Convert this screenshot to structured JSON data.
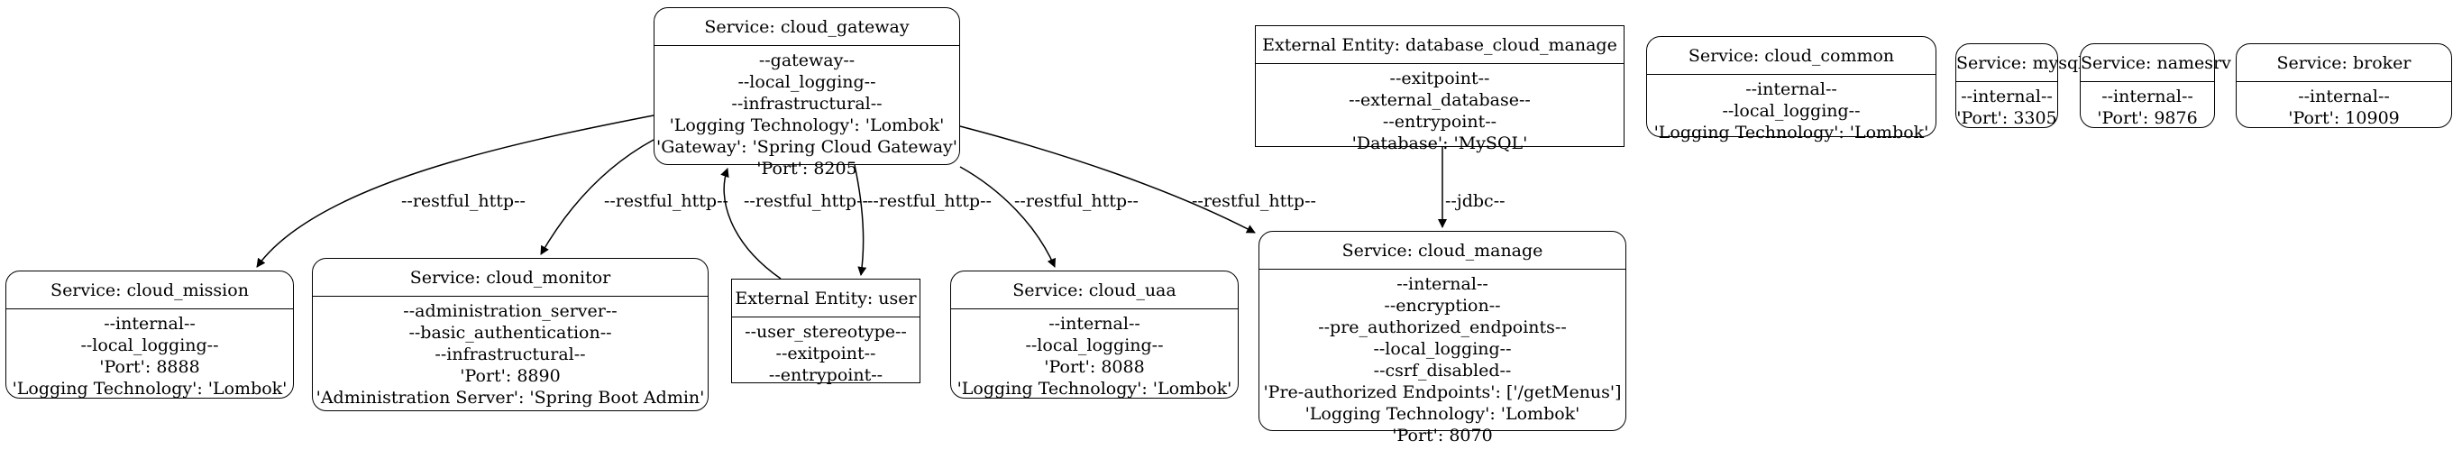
{
  "nodes": [
    {
      "id": "cloud_gateway",
      "kind": "service",
      "title": "Service: cloud_gateway",
      "lines": [
        "--gateway--",
        "--local_logging--",
        "--infrastructural--",
        "'Logging Technology': 'Lombok'",
        "'Gateway': 'Spring Cloud Gateway'",
        "'Port': 8205"
      ]
    },
    {
      "id": "database_cloud_manage",
      "kind": "entity",
      "title": "External Entity: database_cloud_manage",
      "lines": [
        "--exitpoint--",
        "--external_database--",
        "--entrypoint--",
        "'Database': 'MySQL'"
      ]
    },
    {
      "id": "cloud_common",
      "kind": "service",
      "title": "Service: cloud_common",
      "lines": [
        "--internal--",
        "--local_logging--",
        "'Logging Technology': 'Lombok'"
      ]
    },
    {
      "id": "mysql",
      "kind": "service",
      "title": "Service: mysql",
      "lines": [
        "--internal--",
        "'Port': 3305"
      ]
    },
    {
      "id": "namesrv",
      "kind": "service",
      "title": "Service: namesrv",
      "lines": [
        "--internal--",
        "'Port': 9876"
      ]
    },
    {
      "id": "broker",
      "kind": "service",
      "title": "Service: broker",
      "lines": [
        "--internal--",
        "'Port': 10909"
      ]
    },
    {
      "id": "cloud_mission",
      "kind": "service",
      "title": "Service: cloud_mission",
      "lines": [
        "--internal--",
        "--local_logging--",
        "'Port': 8888",
        "'Logging Technology': 'Lombok'"
      ]
    },
    {
      "id": "cloud_monitor",
      "kind": "service",
      "title": "Service: cloud_monitor",
      "lines": [
        "--administration_server--",
        "--basic_authentication--",
        "--infrastructural--",
        "'Port': 8890",
        "'Administration Server': 'Spring Boot Admin'"
      ]
    },
    {
      "id": "user",
      "kind": "entity",
      "title": "External Entity: user",
      "lines": [
        "--user_stereotype--",
        "--exitpoint--",
        "--entrypoint--"
      ]
    },
    {
      "id": "cloud_uaa",
      "kind": "service",
      "title": "Service: cloud_uaa",
      "lines": [
        "--internal--",
        "--local_logging--",
        "'Port': 8088",
        "'Logging Technology': 'Lombok'"
      ]
    },
    {
      "id": "cloud_manage",
      "kind": "service",
      "title": "Service: cloud_manage",
      "lines": [
        "--internal--",
        "--encryption--",
        "--pre_authorized_endpoints--",
        "--local_logging--",
        "--csrf_disabled--",
        "'Pre-authorized Endpoints': ['/getMenus']",
        "'Logging Technology': 'Lombok'",
        "'Port': 8070"
      ]
    }
  ],
  "edges": [
    {
      "from": "cloud_gateway",
      "to": "cloud_mission",
      "label": "--restful_http--"
    },
    {
      "from": "cloud_gateway",
      "to": "cloud_monitor",
      "label": "--restful_http--"
    },
    {
      "from": "user",
      "to": "cloud_gateway",
      "label": "--restful_http--"
    },
    {
      "from": "cloud_gateway",
      "to": "user",
      "label": "--restful_http--"
    },
    {
      "from": "cloud_gateway",
      "to": "cloud_uaa",
      "label": "--restful_http--"
    },
    {
      "from": "cloud_gateway",
      "to": "cloud_manage",
      "label": "--restful_http--"
    },
    {
      "from": "database_cloud_manage",
      "to": "cloud_manage",
      "label": "--jdbc--"
    }
  ]
}
